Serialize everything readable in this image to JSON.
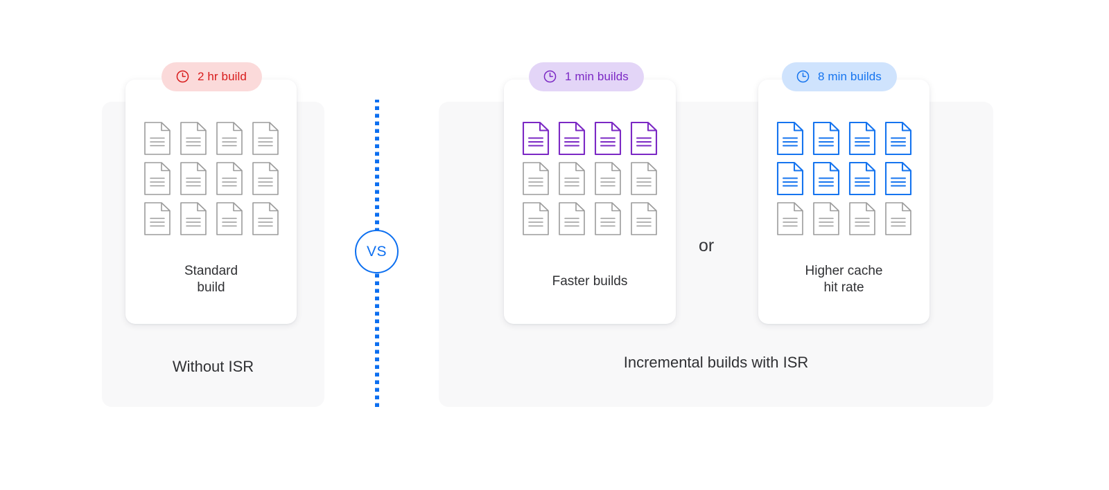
{
  "diagram": {
    "title_hidden": "",
    "colors": {
      "red": "#d81b1b",
      "red_bg": "#fbdada",
      "purple": "#7b28c4",
      "purple_bg": "#e3d5f7",
      "blue": "#1574ef",
      "blue_bg": "#cfe3fd",
      "accent_divider": "#0c6ff0",
      "doc_gray": "#9b9b9b",
      "panel_bg": "#f8f8f9",
      "card_bg": "#ffffff",
      "text": "#2f3033"
    },
    "divider": {
      "vs_label": "vs",
      "icon_name": "vs-circle"
    },
    "or_label": "or",
    "left_section": {
      "label": "Without ISR",
      "card": {
        "badge": {
          "text": "2 hr build",
          "icon": "clock-icon",
          "color": "red"
        },
        "caption_line1": "Standard",
        "caption_line2": "build",
        "doc_rows": [
          {
            "color": "gray",
            "count": 4
          },
          {
            "color": "gray",
            "count": 4
          },
          {
            "color": "gray",
            "count": 4
          }
        ]
      }
    },
    "right_section": {
      "label": "Incremental builds with ISR",
      "cards": [
        {
          "name": "faster-builds",
          "badge": {
            "text": "1 min builds",
            "icon": "clock-icon",
            "color": "purple"
          },
          "caption_line1": "Faster builds",
          "caption_line2": "",
          "doc_rows": [
            {
              "color": "purple",
              "count": 4
            },
            {
              "color": "gray",
              "count": 4
            },
            {
              "color": "gray",
              "count": 4
            }
          ]
        },
        {
          "name": "higher-cache-hit-rate",
          "badge": {
            "text": "8 min builds",
            "icon": "clock-icon",
            "color": "blue"
          },
          "caption_line1": "Higher cache",
          "caption_line2": "hit rate",
          "doc_rows": [
            {
              "color": "blue",
              "count": 4
            },
            {
              "color": "blue",
              "count": 4
            },
            {
              "color": "gray",
              "count": 4
            }
          ]
        }
      ]
    }
  }
}
